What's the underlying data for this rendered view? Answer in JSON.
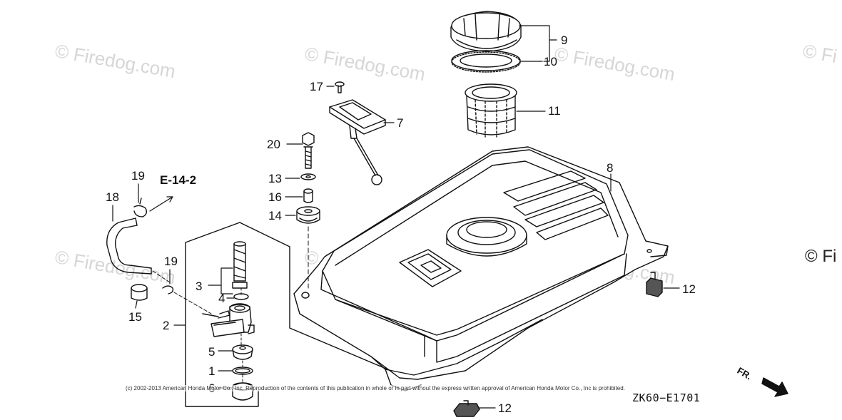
{
  "watermarks": [
    {
      "text": "© Firedog.com"
    },
    {
      "text": "© Firedog.com"
    },
    {
      "text": "© Firedog.com"
    },
    {
      "text": "© Fi"
    },
    {
      "text": "© Firedog.com"
    },
    {
      "text": "© Firedog.com"
    },
    {
      "text": "© Firedog.com"
    },
    {
      "text": "© Fi"
    }
  ],
  "callouts": [
    {
      "num": "1"
    },
    {
      "num": "2"
    },
    {
      "num": "3"
    },
    {
      "num": "4"
    },
    {
      "num": "5"
    },
    {
      "num": "6"
    },
    {
      "num": "7"
    },
    {
      "num": "8"
    },
    {
      "num": "9"
    },
    {
      "num": "10"
    },
    {
      "num": "11"
    },
    {
      "num": "12"
    },
    {
      "num": "12"
    },
    {
      "num": "13"
    },
    {
      "num": "14"
    },
    {
      "num": "15"
    },
    {
      "num": "16"
    },
    {
      "num": "17"
    },
    {
      "num": "18"
    },
    {
      "num": "19"
    },
    {
      "num": "19"
    },
    {
      "num": "20"
    }
  ],
  "reference": "E-14-2",
  "diagram_code": "ZK60−E1701",
  "direction_label": "FR.",
  "copyright": "(c) 2002-2013 American Honda Motor Co., Inc. Reproduction of the contents of this publication in whole or in part without the express written approval of American Honda Motor Co., Inc is prohibited."
}
